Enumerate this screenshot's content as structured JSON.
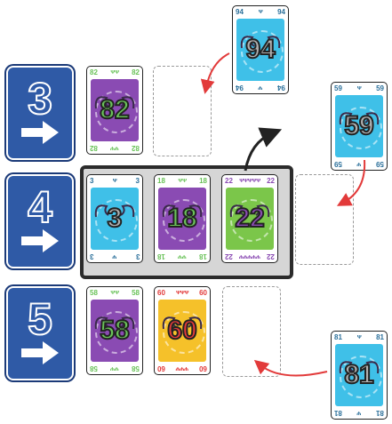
{
  "rows": [
    {
      "marker": "3",
      "cards": [
        {
          "value": "82",
          "heads": "ᴪᴪ",
          "color": "#8a4bb3",
          "num_color": "#6ac259"
        }
      ]
    },
    {
      "marker": "4",
      "cards": [
        {
          "value": "3",
          "heads": "ᴪ",
          "color": "#3fc0e8",
          "num_color": "#b0b0b0"
        },
        {
          "value": "18",
          "heads": "ᴪᴪ",
          "color": "#8a4bb3",
          "num_color": "#6ac259"
        },
        {
          "value": "22",
          "heads": "ᴪᴪᴪᴪᴪ",
          "color": "#7bc64a",
          "num_color": "#8a4bb3"
        }
      ]
    },
    {
      "marker": "5",
      "cards": [
        {
          "value": "58",
          "heads": "ᴪᴪ",
          "color": "#8a4bb3",
          "num_color": "#6ac259"
        },
        {
          "value": "60",
          "heads": "ᴪᴪᴪ",
          "color": "#f5c12a",
          "num_color": "#e23a3a"
        }
      ]
    }
  ],
  "floating_cards": [
    {
      "value": "94",
      "heads": "ᴪ",
      "color": "#3fc0e8",
      "num_color": "#b0b0b0"
    },
    {
      "value": "59",
      "heads": "ᴪ",
      "color": "#3fc0e8",
      "num_color": "#b0b0b0"
    },
    {
      "value": "81",
      "heads": "ᴪ",
      "color": "#3fc0e8",
      "num_color": "#b0b0b0"
    }
  ],
  "colors": {
    "marker_blue": "#2f5aa6",
    "arrow_red": "#e23a3a",
    "arrow_black": "#222222"
  }
}
